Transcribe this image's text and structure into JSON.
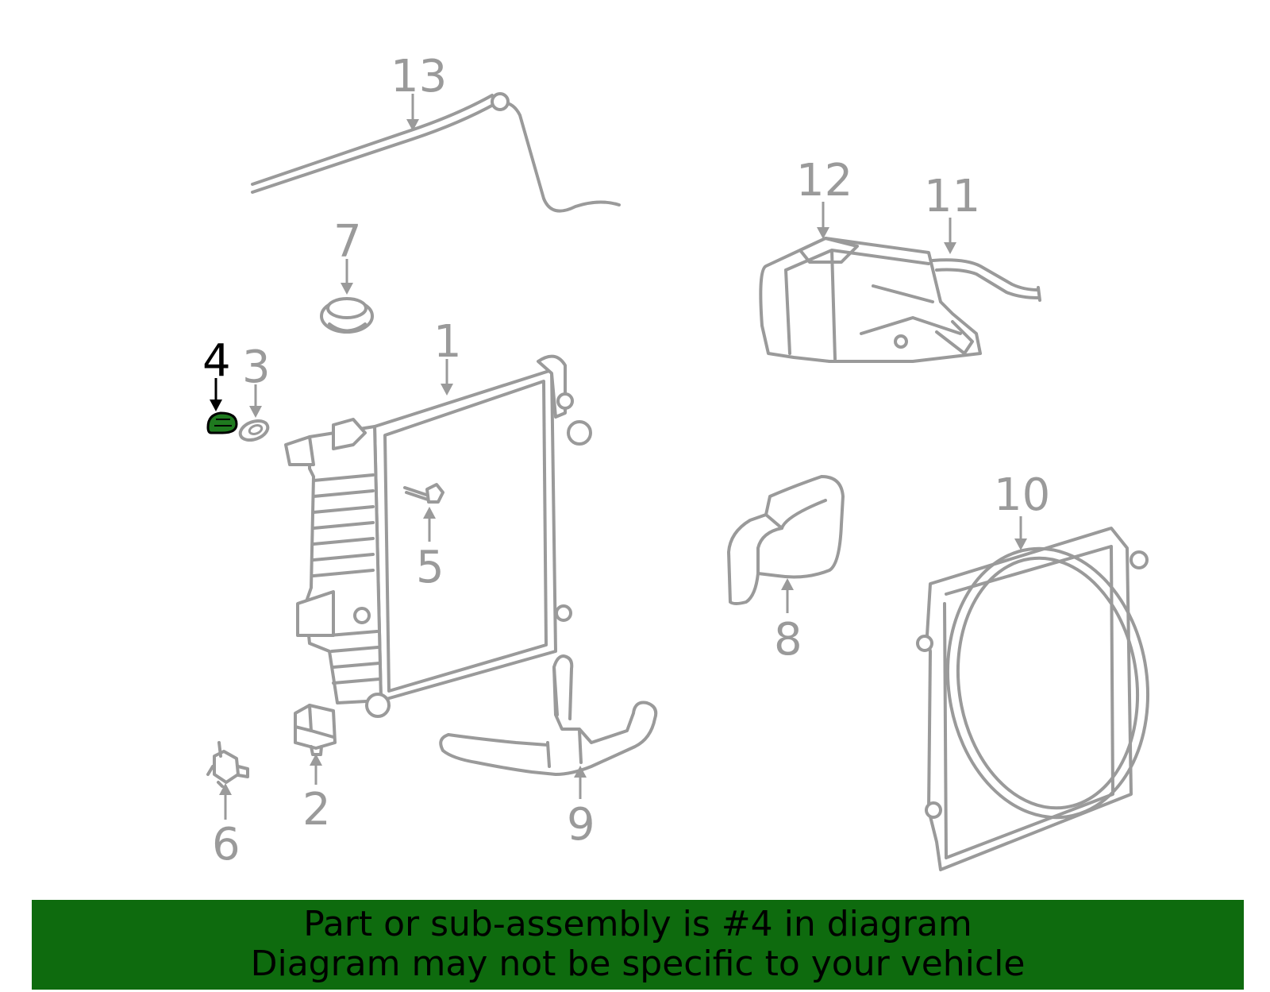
{
  "callouts": {
    "c1": "1",
    "c2": "2",
    "c3": "3",
    "c4": "4",
    "c5": "5",
    "c6": "6",
    "c7": "7",
    "c8": "8",
    "c9": "9",
    "c10": "10",
    "c11": "11",
    "c12": "12",
    "c13": "13"
  },
  "highlighted_part": "4",
  "colors": {
    "line_art": "#9a9a9a",
    "highlight_fill": "#1f7a1f",
    "banner_background": "#0e6b0e",
    "banner_text": "#000000"
  },
  "banner": {
    "line1": "Part or sub-assembly is #4 in diagram",
    "line2": "Diagram may not be specific to your vehicle"
  }
}
